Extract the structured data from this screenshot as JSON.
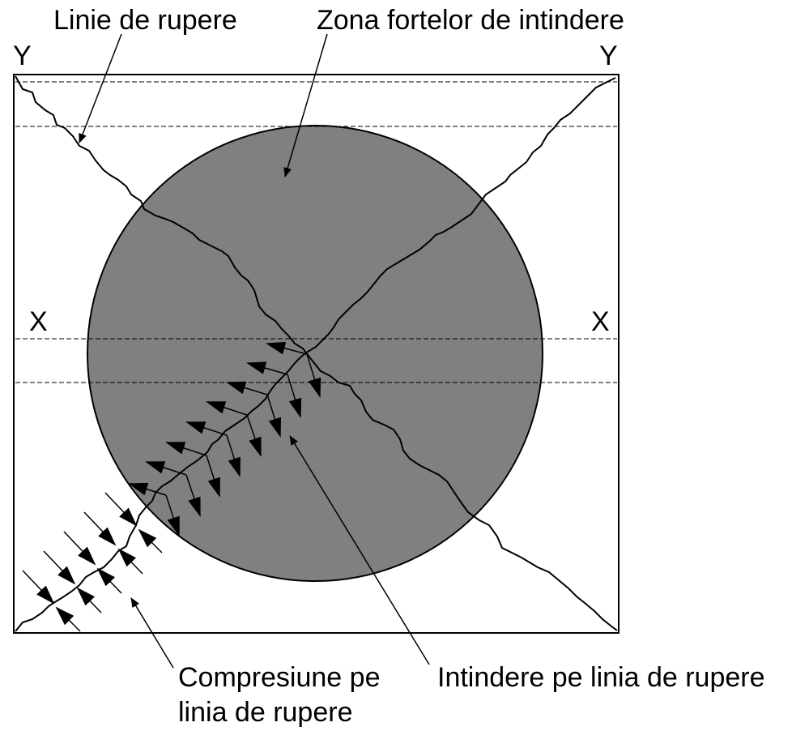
{
  "labels": {
    "fracture_line": "Linie de rupere",
    "tension_zone": "Zona fortelor de intindere",
    "axis_y_left": "Y",
    "axis_y_right": "Y",
    "axis_x_left": "X",
    "axis_x_right": "X",
    "compression_line1": "Compresiune pe",
    "compression_line2": "linia de rupere",
    "tension_on_line": "Intindere pe linia de rupere"
  },
  "colors": {
    "tension_fill": "#808080",
    "stroke": "#000000",
    "background": "#ffffff"
  }
}
